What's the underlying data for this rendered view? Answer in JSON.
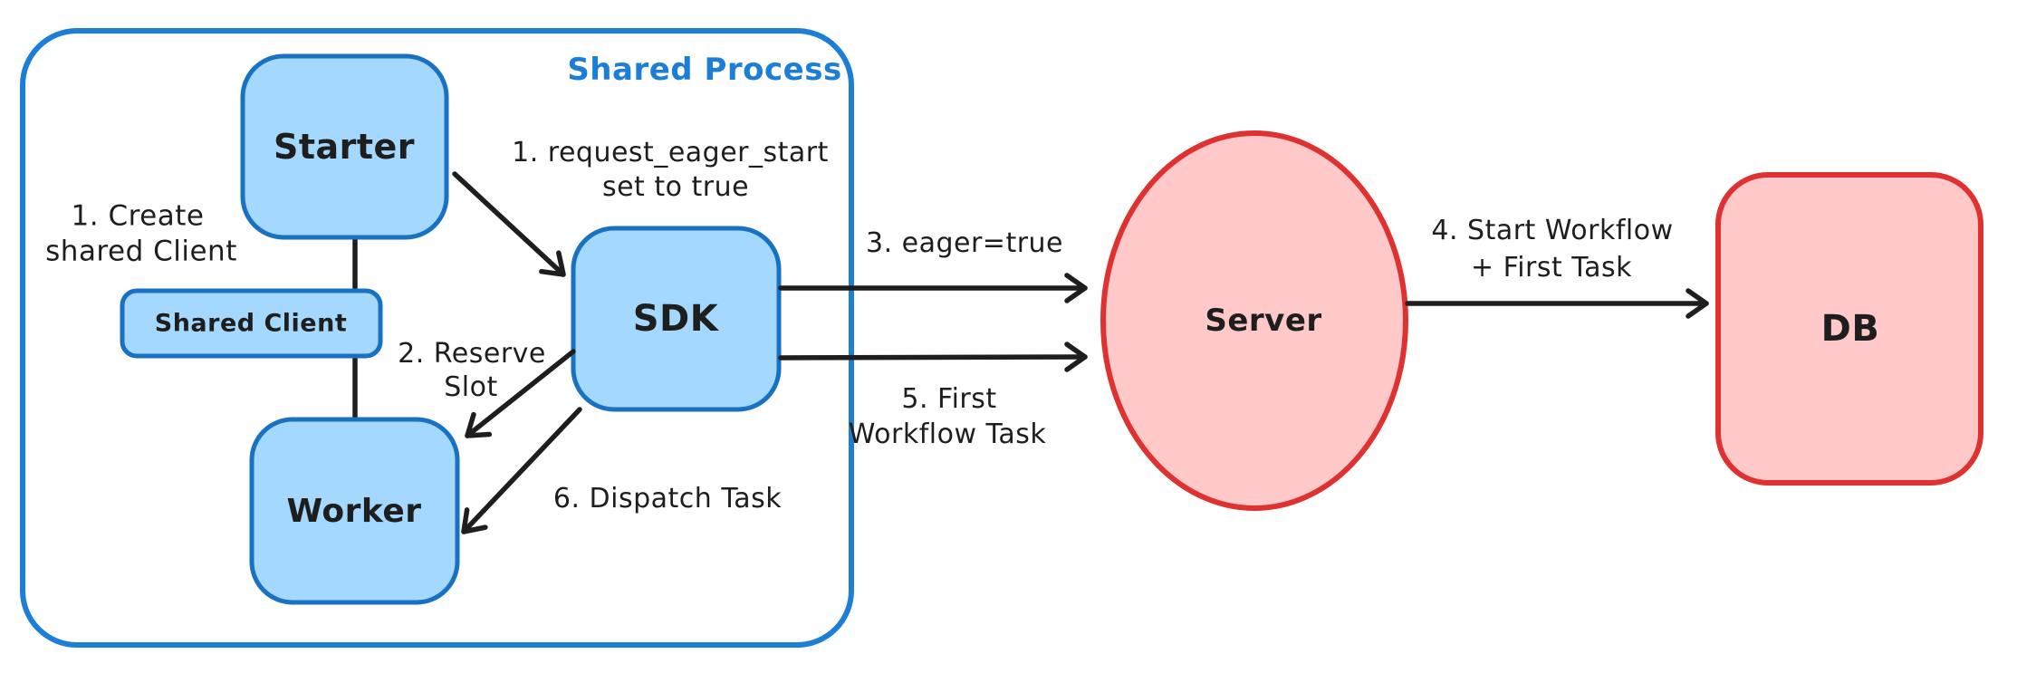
{
  "diagram": {
    "container": {
      "label": "Shared Process"
    },
    "nodes": [
      {
        "id": "starter",
        "label": "Starter"
      },
      {
        "id": "shared-client",
        "label": "Shared Client"
      },
      {
        "id": "worker",
        "label": "Worker"
      },
      {
        "id": "sdk",
        "label": "SDK"
      },
      {
        "id": "server",
        "label": "Server"
      },
      {
        "id": "db",
        "label": "DB"
      }
    ],
    "annotations": {
      "create_shared_client": {
        "lines": [
          "1. Create",
          "shared Client"
        ]
      },
      "request_eager_start": {
        "lines": [
          "1. request_eager_start",
          "set to true"
        ]
      },
      "reserve_slot": {
        "lines": [
          "2. Reserve",
          "Slot"
        ]
      },
      "eager_true": {
        "lines": [
          "3. eager=true"
        ]
      },
      "start_workflow": {
        "lines": [
          "4. Start Workflow",
          "+ First Task"
        ]
      },
      "first_workflow_task": {
        "lines": [
          "5. First",
          "Workflow Task"
        ]
      },
      "dispatch_task": {
        "lines": [
          "6. Dispatch Task"
        ]
      }
    },
    "edges": [
      {
        "from": "starter",
        "to": "shared-client",
        "label": ""
      },
      {
        "from": "shared-client",
        "to": "worker",
        "label": ""
      },
      {
        "from": "starter",
        "to": "sdk",
        "label": "1. request_eager_start set to true"
      },
      {
        "from": "sdk",
        "to": "worker",
        "label": "2. Reserve Slot"
      },
      {
        "from": "sdk",
        "to": "server",
        "label": "3. eager=true"
      },
      {
        "from": "server",
        "to": "db",
        "label": "4. Start Workflow + First Task"
      },
      {
        "from": "sdk",
        "to": "server",
        "label": "5. First Workflow Task"
      },
      {
        "from": "sdk",
        "to": "worker",
        "label": "6. Dispatch Task"
      }
    ],
    "colors": {
      "ink": "#1e1e1e",
      "blue-stroke": "#1971c2",
      "blue-fill": "#a5d8ff",
      "container-stroke": "#1c7ed6",
      "red-stroke": "#e03131",
      "red-fill": "#ffc9c9",
      "bg": "#ffffff"
    }
  }
}
